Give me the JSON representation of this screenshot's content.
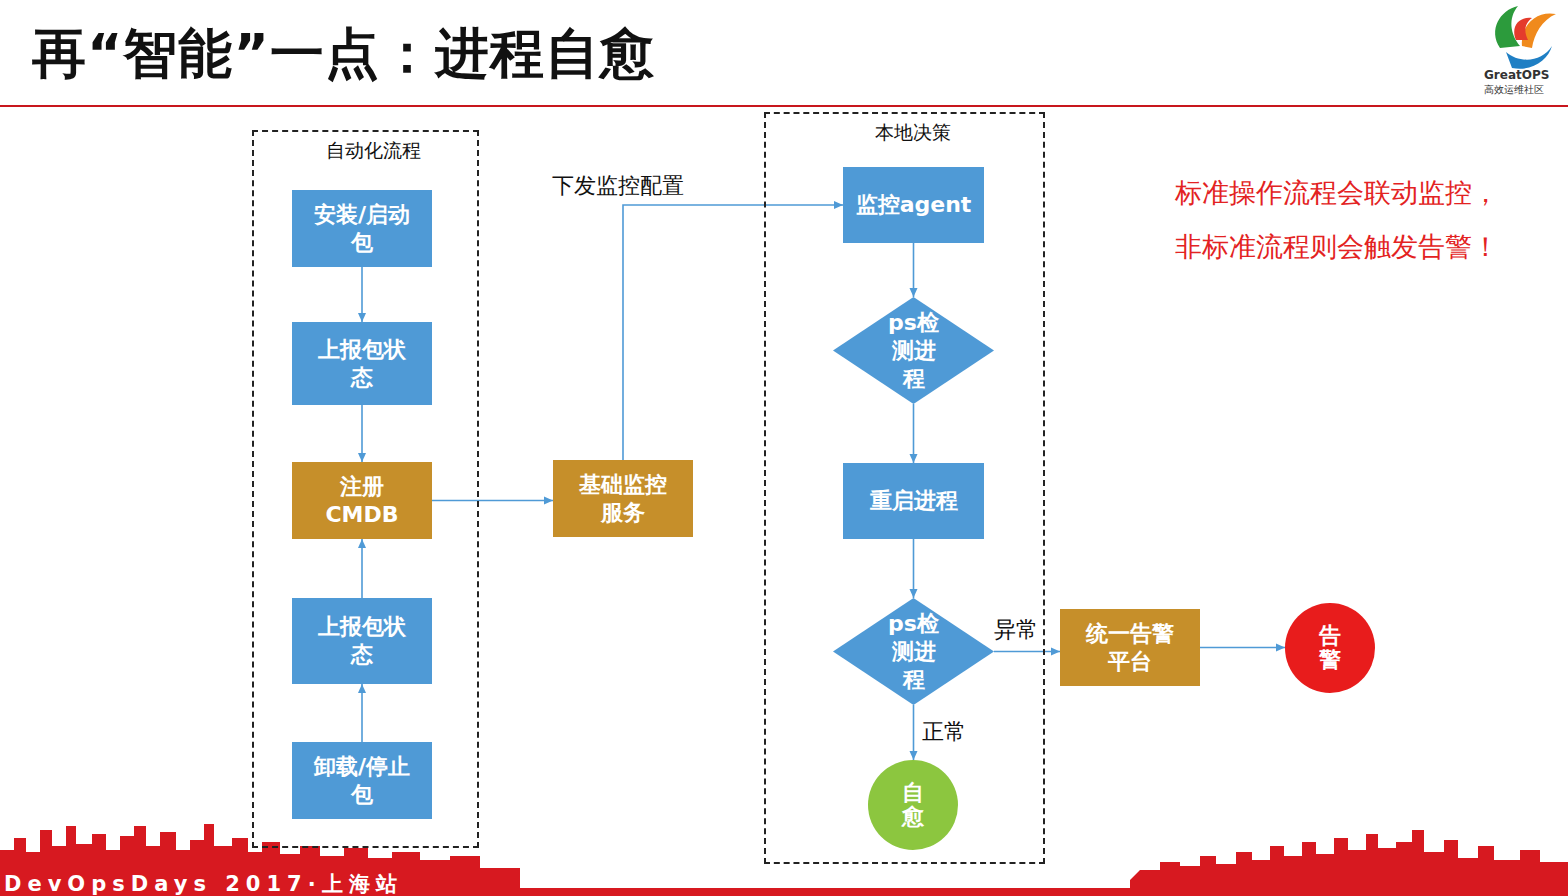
{
  "diagram": {
    "title": "再“智能”一点：进程自愈",
    "nodes": [
      {
        "text": [
          "自动化流程"
        ]
      },
      {
        "text": [
          "安装/启动包"
        ],
        "in": 0
      },
      {
        "text": [
          "上报包状态"
        ],
        "in": 0
      },
      {
        "text": [
          "注册 CMDB"
        ],
        "in": 0
      },
      {
        "text": [
          "上报包状态"
        ],
        "in": 0
      },
      {
        "text": [
          "卸载/停止包"
        ],
        "in": 0
      },
      {
        "text": [
          "基础监控服务"
        ]
      },
      {
        "text": [
          "本地决策"
        ]
      },
      {
        "text": [
          "监控agent"
        ],
        "in": 7
      },
      {
        "text": [
          "ps检测进程"
        ],
        "in": 7
      },
      {
        "text": [
          "重启进程"
        ],
        "in": 7
      },
      {
        "text": [
          "ps检测进程"
        ],
        "in": 7
      },
      {
        "text": [
          "自愈"
        ],
        "in": 7
      },
      {
        "text": [
          "统一告警平台"
        ]
      },
      {
        "text": [
          "告警"
        ]
      }
    ],
    "edges": [
      {
        "from": 1,
        "to": 2,
        "arrow": "to"
      },
      {
        "from": 2,
        "to": 3,
        "arrow": "to"
      },
      {
        "from": 5,
        "to": 4,
        "arrow": "to"
      },
      {
        "from": 4,
        "to": 3,
        "arrow": "to"
      },
      {
        "from": 3,
        "to": 6,
        "arrow": "to"
      },
      {
        "from": 6,
        "to": 8,
        "label": "下发监控配置",
        "arrow": "to"
      },
      {
        "from": 8,
        "to": 9,
        "arrow": "to"
      },
      {
        "from": 9,
        "to": 10,
        "arrow": "to"
      },
      {
        "from": 10,
        "to": 11,
        "arrow": "to"
      },
      {
        "from": 11,
        "to": 13,
        "label": "异常",
        "arrow": "to"
      },
      {
        "from": 11,
        "to": 12,
        "label": "正常",
        "arrow": "to"
      },
      {
        "from": 13,
        "to": 14,
        "arrow": "to"
      }
    ],
    "labels": [
      "标准操作流程会联动监控， 非标准流程则会触发告警！",
      "GreatOPS",
      "高效运维社区",
      "DevOpsDays 2017·上海站"
    ]
  }
}
